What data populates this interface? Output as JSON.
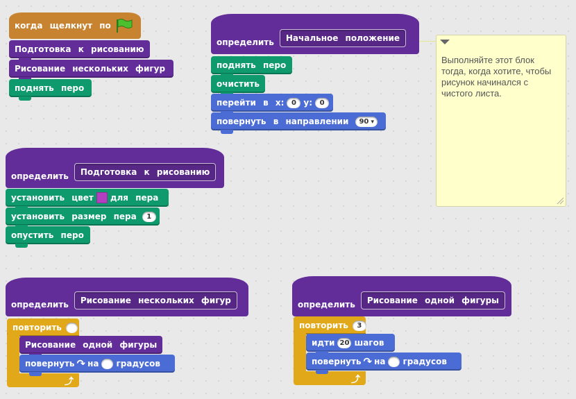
{
  "script_main": {
    "when_clicked": "когда щелкнут по",
    "prepare_drawing": "Подготовка к рисованию",
    "draw_shapes": "Рисование нескольких фигур",
    "pen_up": "поднять перо"
  },
  "define_start": {
    "define": "определить",
    "name": "Начальное положение",
    "pen_up": "поднять перо",
    "clear": "очистить",
    "goto_prefix": "перейти в x:",
    "goto_y": "y:",
    "x_value": "0",
    "y_value": "0",
    "point_prefix": "повернуть в направлении",
    "direction_value": "90"
  },
  "define_prepare": {
    "define": "определить",
    "name": "Подготовка к рисованию",
    "set_color": "установить цвет",
    "set_color_suffix": "для пера",
    "pen_color": "#b23ec0",
    "set_size": "установить размер пера",
    "size_value": "1",
    "pen_down": "опустить перо"
  },
  "define_shapes": {
    "define": "определить",
    "name": "Рисование нескольких фигур",
    "repeat": "повторить",
    "draw_one": "Рисование одной фигуры",
    "turn_prefix": "повернуть",
    "turn_on": "на",
    "turn_suffix": "градусов"
  },
  "define_one": {
    "define": "определить",
    "name": "Рисование одной фигуры",
    "repeat": "повторить",
    "repeat_value": "3",
    "move_prefix": "идти",
    "move_value": "20",
    "move_suffix": "шагов",
    "turn_prefix": "повернуть",
    "turn_on": "на",
    "turn_suffix": "градусов"
  },
  "comment": {
    "text": "Выполняйте этот блок тогда, когда хотите, чтобы рисунок начинался с чистого листа."
  },
  "colors": {
    "events": "#c88330",
    "more_blocks": "#632d99",
    "pen": "#0e9a6c",
    "motion": "#4a6cd4",
    "control": "#e1a91a",
    "comment_bg": "#ffffcc"
  }
}
